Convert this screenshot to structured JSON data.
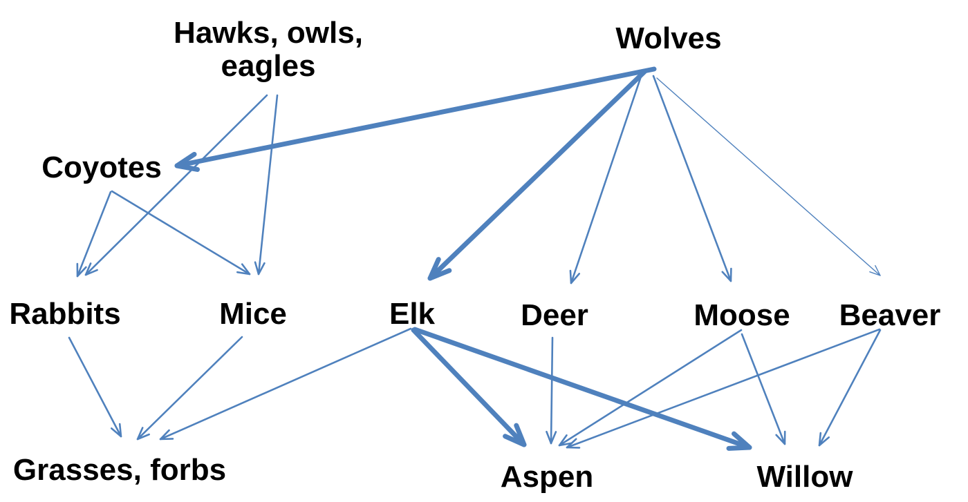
{
  "diagram": {
    "type": "food-web",
    "edge_color": "#4f81bd",
    "text_color": "#000000",
    "nodes": {
      "hawks": {
        "label_line1": "Hawks, owls,",
        "label_line2": "eagles"
      },
      "wolves": {
        "label": "Wolves"
      },
      "coyotes": {
        "label": "Coyotes"
      },
      "rabbits": {
        "label": "Rabbits"
      },
      "mice": {
        "label": "Mice"
      },
      "elk": {
        "label": "Elk"
      },
      "deer": {
        "label": "Deer"
      },
      "moose": {
        "label": "Moose"
      },
      "beaver": {
        "label": "Beaver"
      },
      "grasses": {
        "label": "Grasses, forbs"
      },
      "aspen": {
        "label": "Aspen"
      },
      "willow": {
        "label": "Willow"
      }
    },
    "edges": [
      {
        "from": "wolves",
        "to": "coyotes",
        "strength": "strong"
      },
      {
        "from": "wolves",
        "to": "elk",
        "strength": "strong"
      },
      {
        "from": "wolves",
        "to": "deer",
        "strength": "normal"
      },
      {
        "from": "wolves",
        "to": "moose",
        "strength": "normal"
      },
      {
        "from": "wolves",
        "to": "beaver",
        "strength": "weak"
      },
      {
        "from": "hawks",
        "to": "rabbits",
        "strength": "normal"
      },
      {
        "from": "hawks",
        "to": "mice",
        "strength": "normal"
      },
      {
        "from": "coyotes",
        "to": "rabbits",
        "strength": "normal"
      },
      {
        "from": "coyotes",
        "to": "mice",
        "strength": "normal"
      },
      {
        "from": "rabbits",
        "to": "grasses",
        "strength": "normal"
      },
      {
        "from": "mice",
        "to": "grasses",
        "strength": "normal"
      },
      {
        "from": "elk",
        "to": "grasses",
        "strength": "normal"
      },
      {
        "from": "elk",
        "to": "aspen",
        "strength": "strong"
      },
      {
        "from": "elk",
        "to": "willow",
        "strength": "strong"
      },
      {
        "from": "deer",
        "to": "aspen",
        "strength": "normal"
      },
      {
        "from": "moose",
        "to": "aspen",
        "strength": "normal"
      },
      {
        "from": "moose",
        "to": "willow",
        "strength": "normal"
      },
      {
        "from": "beaver",
        "to": "aspen",
        "strength": "normal"
      },
      {
        "from": "beaver",
        "to": "willow",
        "strength": "normal"
      }
    ]
  }
}
